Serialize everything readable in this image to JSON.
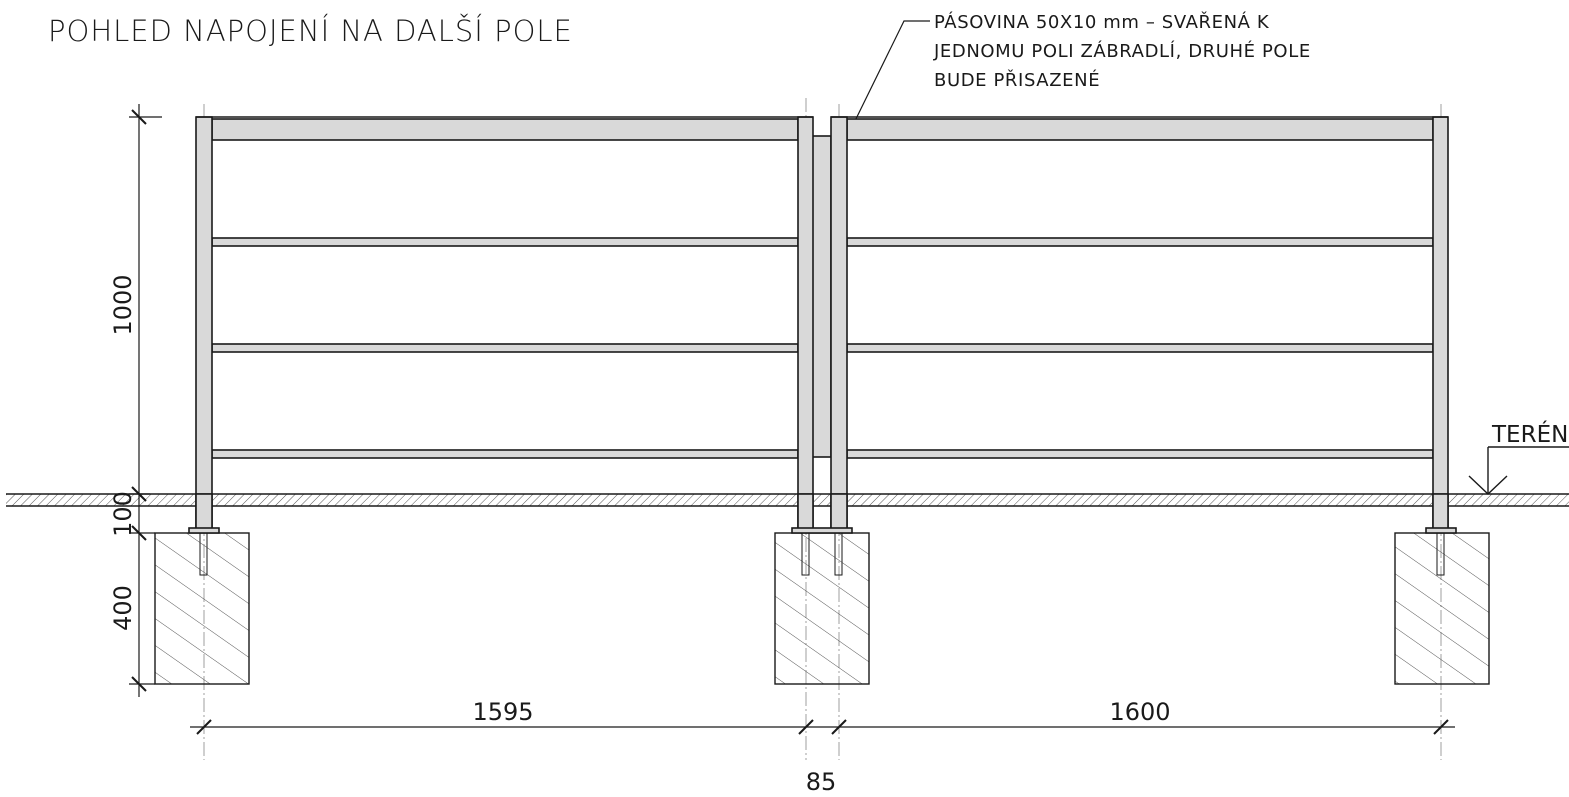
{
  "title": "POHLED NAPOJENÍ NA DALŠÍ POLE",
  "note": {
    "lines": [
      "PÁSOVINA 50X10 mm – SVAŘENÁ K",
      "JEDNOMU POLI ZÁBRADLÍ, DRUHÉ POLE",
      "BUDE PŘISAZENÉ"
    ]
  },
  "terrain_label": "TERÉN",
  "dimensions": {
    "railing_height": "1000",
    "below_terrain": "100",
    "foundation_depth": "400",
    "span_left": "1595",
    "span_right": "1600",
    "gap": "85"
  },
  "colors": {
    "line": "#1a1a1a",
    "steel_fill": "#d9d9d9",
    "axis": "#888888"
  }
}
